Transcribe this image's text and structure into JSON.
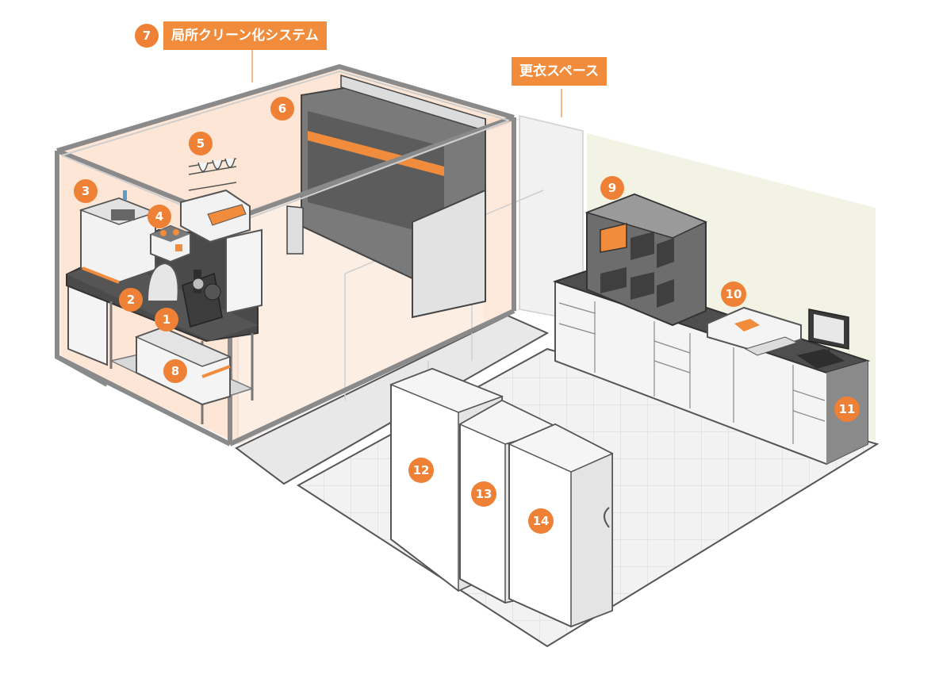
{
  "labels": {
    "local_clean": "局所クリーン化システム",
    "changing_space": "更衣スペース"
  },
  "markers": [
    "1",
    "2",
    "3",
    "4",
    "5",
    "6",
    "7",
    "8",
    "9",
    "10",
    "11",
    "12",
    "13",
    "14"
  ],
  "colors": {
    "accent": "#f08c3c",
    "marker": "#ee8136",
    "clean_zone": "#fde6d6",
    "changing_zone": "#f2f3e4",
    "floor": "#f1f1f1",
    "counter_top": "#4a4a4a",
    "device_gray": "#6d6d6d"
  }
}
